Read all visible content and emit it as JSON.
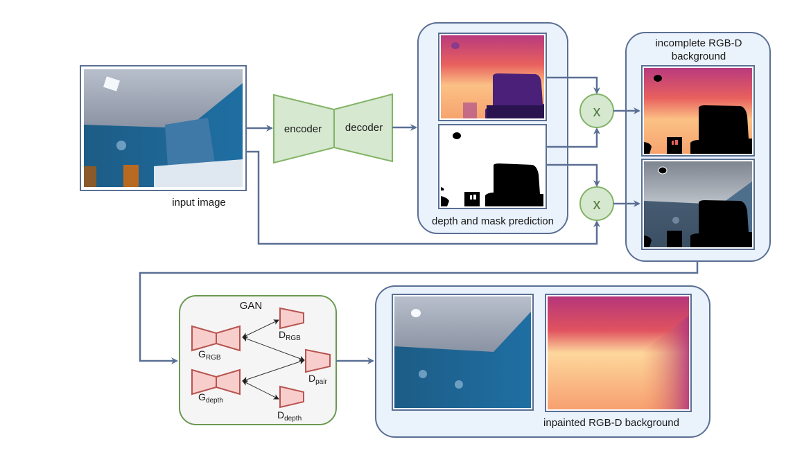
{
  "diagram": {
    "input": {
      "label": "input image"
    },
    "network": {
      "encoder_label": "encoder",
      "decoder_label": "decoder"
    },
    "prediction": {
      "label": "depth and mask prediction"
    },
    "multiply": {
      "symbol": "x"
    },
    "incomplete": {
      "label_line1": "incomplete RGB-D",
      "label_line2": "background"
    },
    "gan": {
      "title": "GAN",
      "g_rgb": {
        "base": "G",
        "sub": "RGB"
      },
      "g_depth": {
        "base": "G",
        "sub": "depth"
      },
      "d_rgb": {
        "base": "D",
        "sub": "RGB"
      },
      "d_pair": {
        "base": "D",
        "sub": "pair"
      },
      "d_depth": {
        "base": "D",
        "sub": "depth"
      }
    },
    "inpainted": {
      "label": "inpainted RGB-D background"
    }
  },
  "colors": {
    "flow": "#5a6f94",
    "panel_fill": "#eaf2fb",
    "panel_stroke": "#5a6f94",
    "green_fill": "#d6e8d0",
    "green_stroke": "#82b366",
    "gan_fill": "#f5f5f5",
    "gan_stroke": "#6a9a50",
    "red_fill": "#f8cecc",
    "red_stroke": "#b85450"
  }
}
